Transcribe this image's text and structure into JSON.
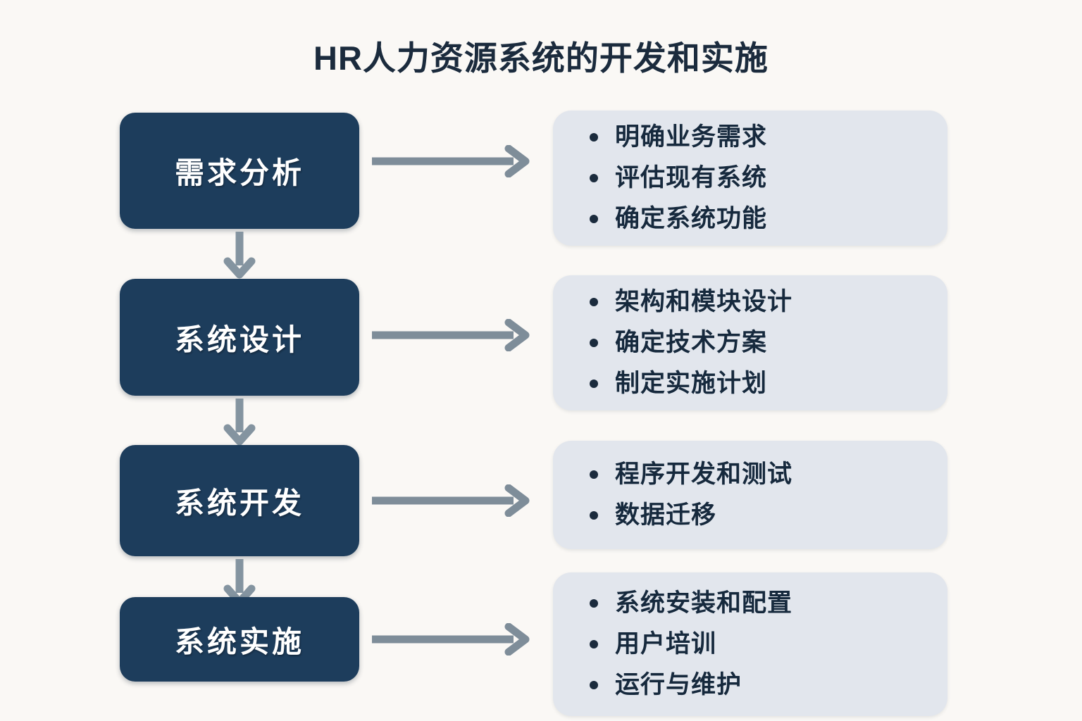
{
  "page": {
    "title": "HR人力资源系统的开发和实施",
    "background_color": "#faf8f5",
    "stage_color": "#1d3d5c",
    "panel_color": "#e2e6ed",
    "arrow_color": "#7e8d99",
    "text_color": "#16293d"
  },
  "flow": {
    "stages": [
      {
        "label": "需求分析",
        "details": [
          "明确业务需求",
          "评估现有系统",
          "确定系统功能"
        ]
      },
      {
        "label": "系统设计",
        "details": [
          "架构和模块设计",
          "确定技术方案",
          "制定实施计划"
        ]
      },
      {
        "label": "系统开发",
        "details": [
          "程序开发和测试",
          "数据迁移"
        ]
      },
      {
        "label": "系统实施",
        "details": [
          "系统安装和配置",
          "用户培训",
          "运行与维护"
        ]
      }
    ]
  }
}
